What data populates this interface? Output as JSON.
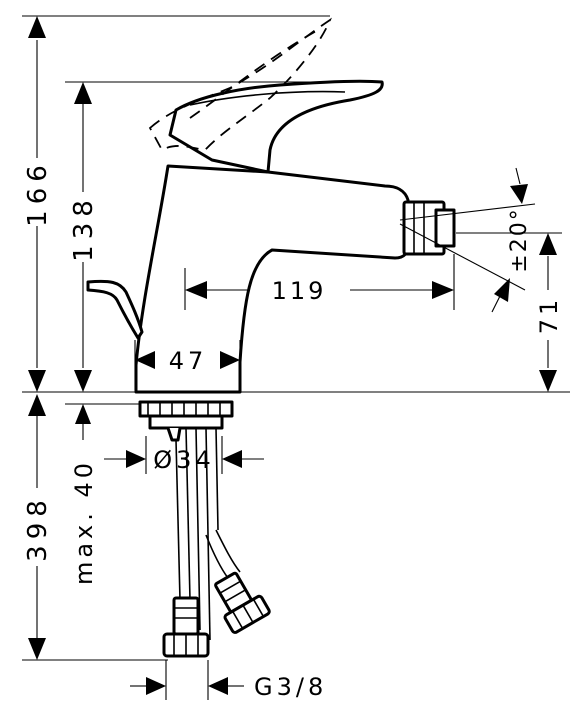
{
  "dimensions": {
    "overall_height": "166",
    "max_height": "138",
    "spout_reach": "119",
    "base_diameter": "47",
    "spout_height": "71",
    "tilt_angle": "±20°",
    "hose_length": "398",
    "mount_depth": "max. 40",
    "shank_diameter": "Ø34",
    "connection_thread": "G3/8"
  }
}
